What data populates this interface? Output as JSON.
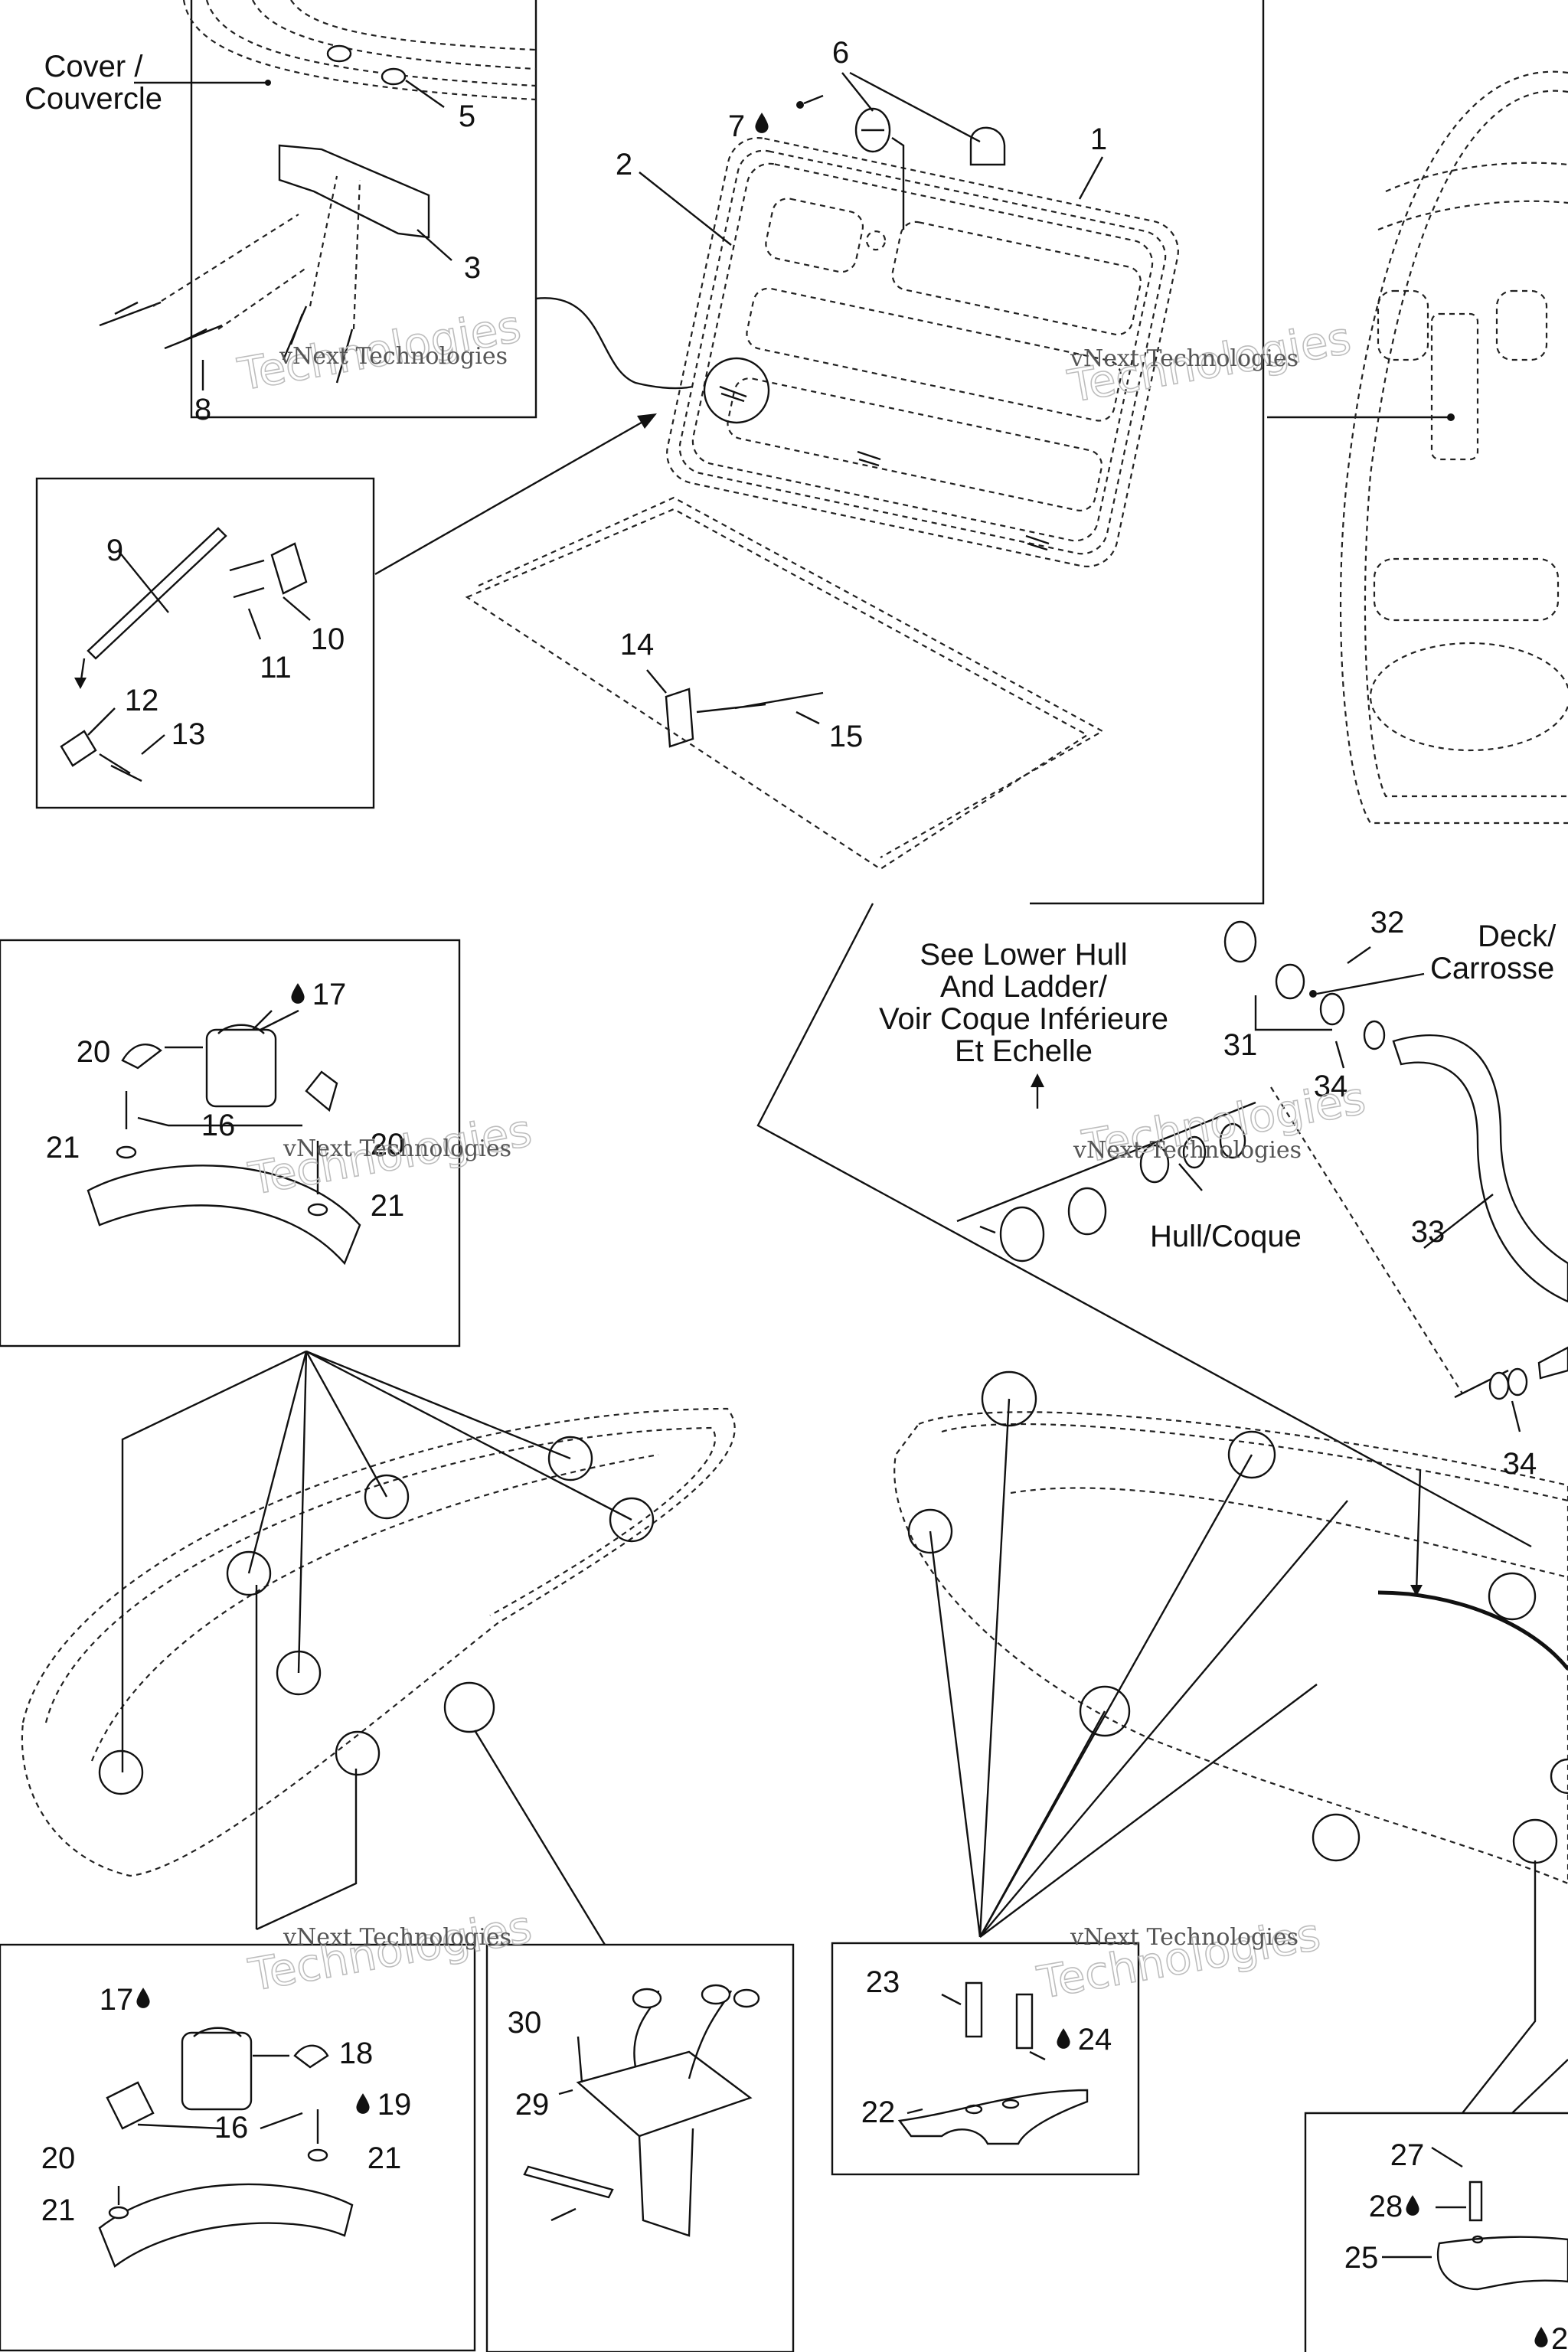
{
  "labels": {
    "cover": "Cover /",
    "couvercle": "Couvercle",
    "see_lower_hull": [
      "See Lower Hull",
      "And Ladder/",
      "Voir Coque Inférieure",
      "Et Echelle"
    ],
    "deck": "Deck/",
    "carrosse": "Carrosse",
    "hull_coque": "Hull/Coque"
  },
  "callouts": {
    "c1": "1",
    "c2": "2",
    "c3": "3",
    "c5": "5",
    "c6": "6",
    "c7": "7",
    "c8": "8",
    "c9": "9",
    "c10": "10",
    "c11": "11",
    "c12": "12",
    "c13": "13",
    "c14": "14",
    "c15": "15",
    "c16a": "16",
    "c17a": "17",
    "c20a": "20",
    "c20b": "20",
    "c21a": "21",
    "c21b": "21",
    "c16b": "16",
    "c17b": "17",
    "c18": "18",
    "c19": "19",
    "c20c": "20",
    "c21c": "21",
    "c21d": "21",
    "c22": "22",
    "c23": "23",
    "c24": "24",
    "c25": "25",
    "c27": "27",
    "c28": "28",
    "c29": "29",
    "c30": "30",
    "c31": "31",
    "c32": "32",
    "c33": "33",
    "c34a": "34",
    "c34b": "34",
    "c2b": "2"
  },
  "watermark": {
    "line1": "vNext Technologies",
    "line2": "Technologies",
    "line3": "vNext"
  },
  "icons": {
    "drop": "liquid-drop-icon"
  }
}
